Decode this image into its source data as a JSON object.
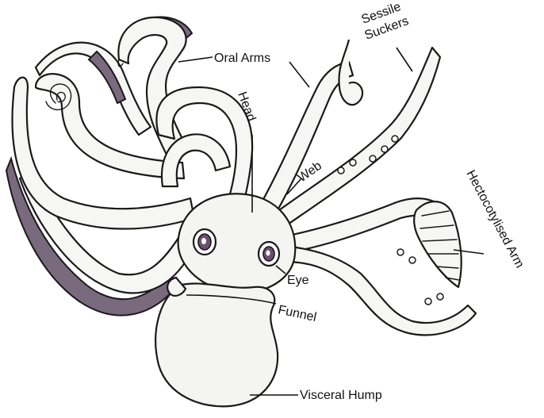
{
  "labels": {
    "oral_arms": "Oral Arms",
    "sessile_suckers_line1": "Sessile",
    "sessile_suckers_line2": "Suckers",
    "head": "Head",
    "web": "Web",
    "hectocotylised_arm": "Hectocotylised Arm",
    "eye": "Eye",
    "funnel": "Funnel",
    "visceral_hump": "Visceral Hump"
  },
  "colors": {
    "ink": "#1a1a1a",
    "sucker_band": "#7a6a7e",
    "body": "#f4f4f2",
    "eye_iris": "#6b4f70"
  }
}
